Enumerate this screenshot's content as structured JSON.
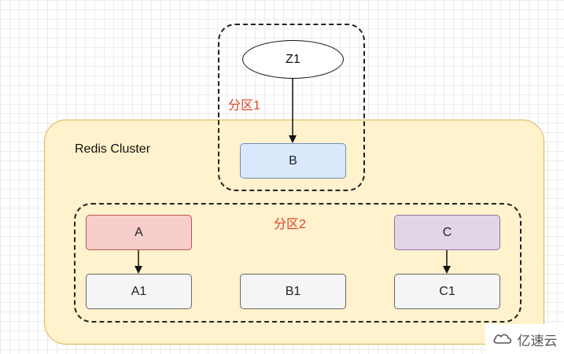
{
  "diagram": {
    "cluster": {
      "label": "Redis Cluster"
    },
    "partitions": [
      {
        "label": "分区1"
      },
      {
        "label": "分区2"
      }
    ],
    "nodes": {
      "z1": {
        "label": "Z1"
      },
      "b": {
        "label": "B",
        "fill": "#dae8fc",
        "stroke": "#6c8ebf"
      },
      "a": {
        "label": "A",
        "fill": "#f8cecc",
        "stroke": "#b85450"
      },
      "c": {
        "label": "C",
        "fill": "#e1d5e7",
        "stroke": "#9673a6"
      },
      "a1": {
        "label": "A1",
        "fill": "#f5f5f5",
        "stroke": "#666666"
      },
      "b1": {
        "label": "B1",
        "fill": "#f5f5f5",
        "stroke": "#666666"
      },
      "c1": {
        "label": "C1",
        "fill": "#f5f5f5",
        "stroke": "#666666"
      }
    },
    "edges": [
      {
        "from": "Z1",
        "to": "B"
      },
      {
        "from": "A",
        "to": "A1"
      },
      {
        "from": "C",
        "to": "C1"
      }
    ]
  },
  "watermark": {
    "text": "亿速云"
  }
}
